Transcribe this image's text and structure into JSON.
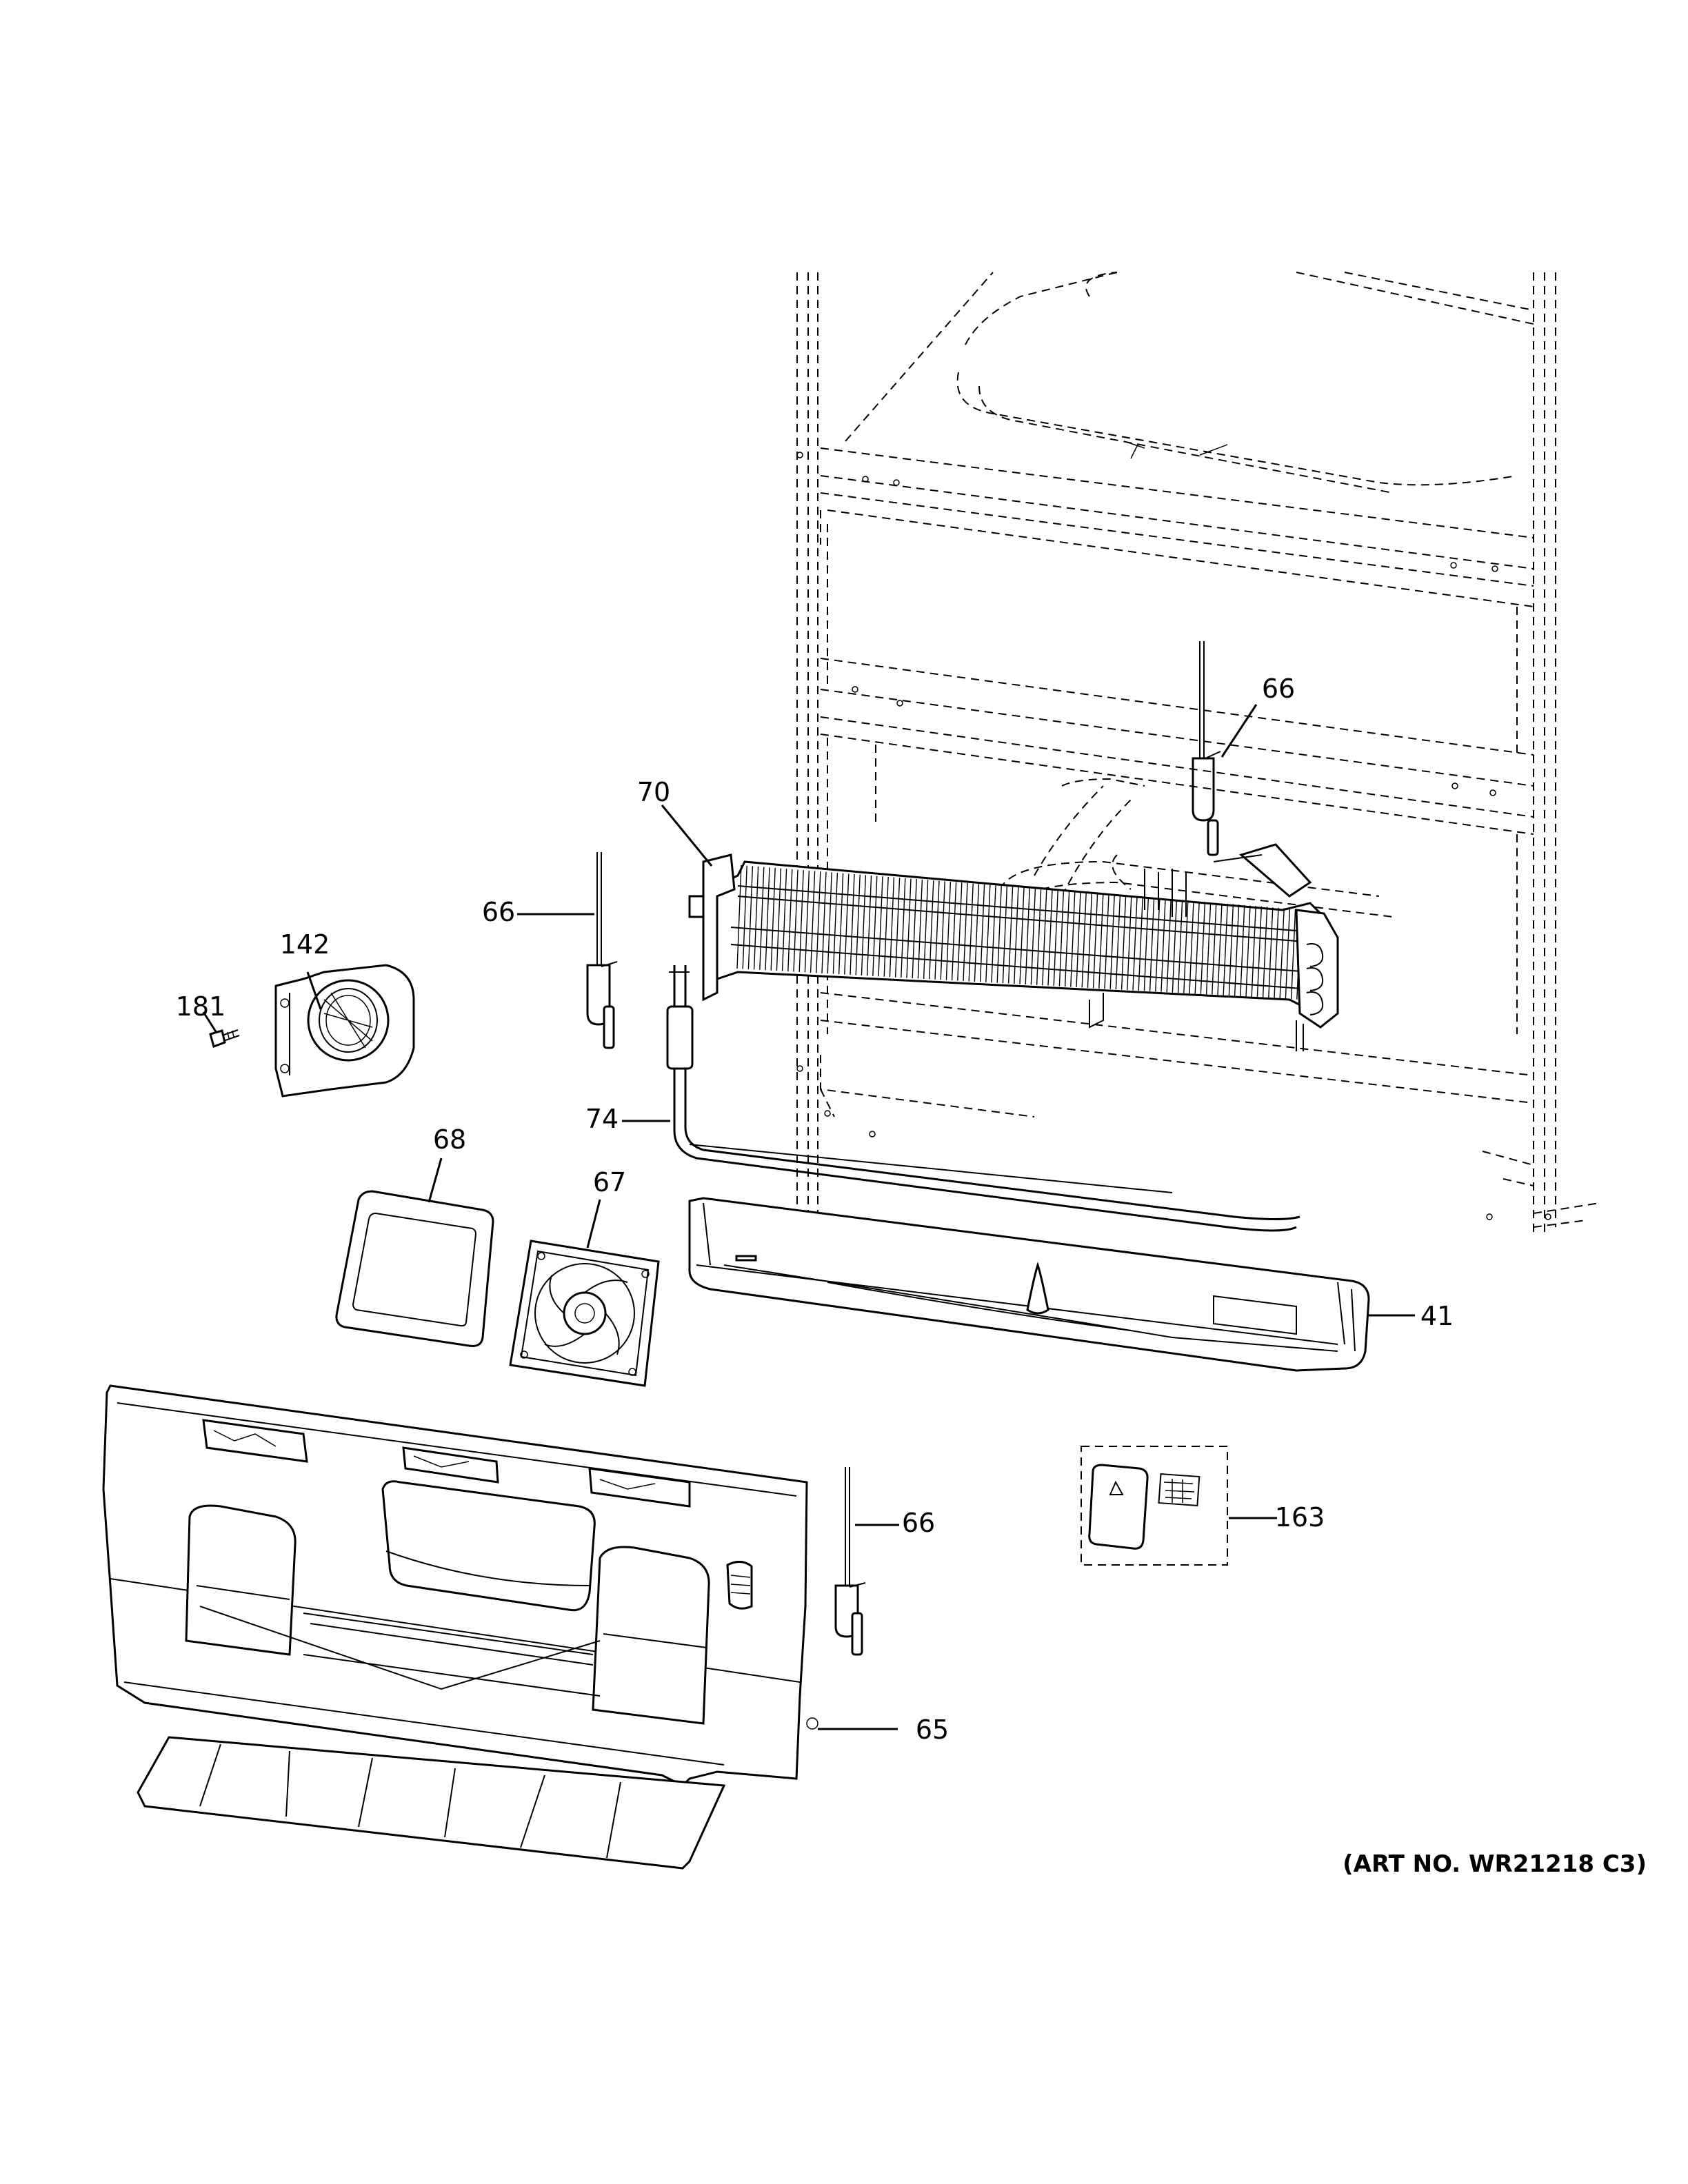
{
  "diagram": {
    "art_number": "(ART NO. WR21218 C3)",
    "callouts": {
      "c66_top": "66",
      "c70": "70",
      "c66_left": "66",
      "c142": "142",
      "c181": "181",
      "c74": "74",
      "c68": "68",
      "c67": "67",
      "c41": "41",
      "c163": "163",
      "c66_bottom": "66",
      "c65": "65"
    },
    "colors": {
      "line": "#000000",
      "background": "#ffffff"
    }
  }
}
